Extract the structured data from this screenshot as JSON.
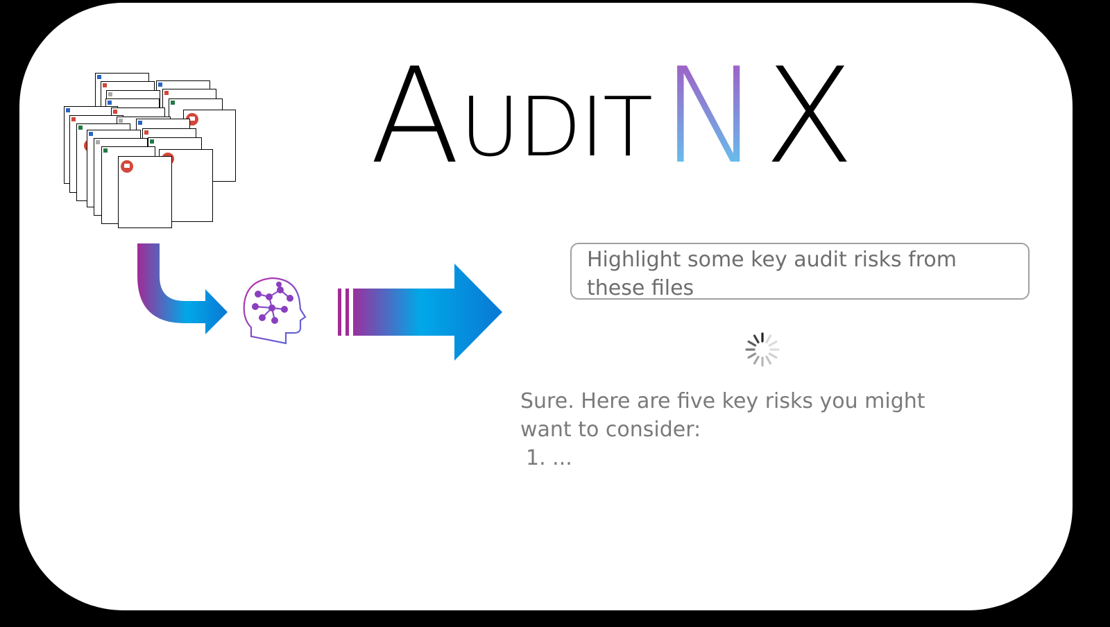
{
  "logo": {
    "letters": [
      "A",
      "UDIT",
      "N",
      "X"
    ],
    "text": "AuditNX",
    "accent_gradient": [
      "#a463c9",
      "#6cc7ee"
    ]
  },
  "prompt": {
    "text": "Highlight some key audit risks from these files"
  },
  "response": {
    "lines": [
      "Sure. Here are five key risks you might",
      "want to consider:",
      "1. ..."
    ]
  },
  "icons": {
    "files": "stacked-documents-icon",
    "brain": "ai-brain-network-icon",
    "spinner": "loading-spinner-icon"
  },
  "colors": {
    "gradient_purple": "#9b2f9e",
    "gradient_blue": "#00a8e8",
    "gradient_deep_blue": "#0a78d4",
    "prompt_border": "#a0a0a0",
    "text_gray": "#6e6e6e"
  }
}
